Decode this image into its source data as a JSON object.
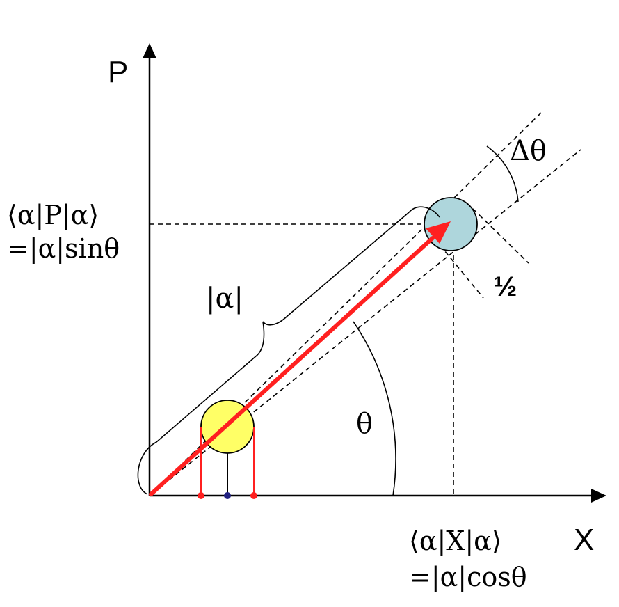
{
  "axes": {
    "x_label": "X",
    "p_label": "P"
  },
  "labels": {
    "p_expect_line1": "⟨α|P|α⟩",
    "p_expect_line2": "=|α|sinθ",
    "x_expect_line1": "⟨α|X|α⟩",
    "x_expect_line2": "=|α|cosθ",
    "amplitude": "|α|",
    "angle": "θ",
    "phase_uncertainty": "Δθ",
    "half": "½"
  },
  "colors": {
    "vector": "#ff2020",
    "coherent_state_circle": "#aed6dc",
    "vacuum_circle": "#ffff66",
    "projection_lines": "#ff2020",
    "vacuum_center_dot": "#202080",
    "axes": "#000000"
  }
}
